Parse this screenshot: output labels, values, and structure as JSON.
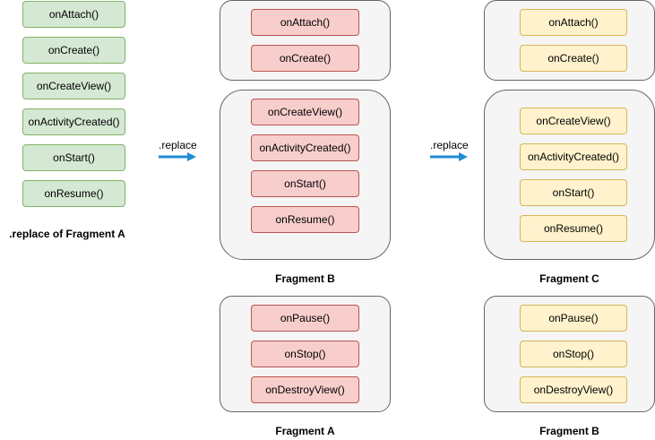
{
  "column_a": {
    "items": [
      "onAttach()",
      "onCreate()",
      "onCreateView()",
      "onActivityCreated()",
      "onStart()",
      "onResume()"
    ],
    "caption": ".replace of Fragment A"
  },
  "arrows": {
    "first_label": ".replace",
    "second_label": ".replace",
    "color": "#1f8dd6"
  },
  "column_b": {
    "top_group": [
      "onAttach()",
      "onCreate()"
    ],
    "middle_group": [
      "onCreateView()",
      "onActivityCreated()",
      "onStart()",
      "onResume()"
    ],
    "middle_caption": "Fragment B",
    "bottom_group": [
      "onPause()",
      "onStop()",
      "onDestroyView()"
    ],
    "bottom_caption": "Fragment A"
  },
  "column_c": {
    "top_group": [
      "onAttach()",
      "onCreate()"
    ],
    "middle_group": [
      "onCreateView()",
      "onActivityCreated()",
      "onStart()",
      "onResume()"
    ],
    "middle_caption": "Fragment C",
    "bottom_group": [
      "onPause()",
      "onStop()",
      "onDestroyView()"
    ],
    "bottom_caption": "Fragment B"
  },
  "colors": {
    "green_fill": "#d5e8d4",
    "green_stroke": "#82b366",
    "red_fill": "#f8cecc",
    "red_stroke": "#b85450",
    "yellow_fill": "#fff2cc",
    "yellow_stroke": "#d6b656",
    "group_fill": "#f5f5f5",
    "group_stroke": "#666666"
  }
}
